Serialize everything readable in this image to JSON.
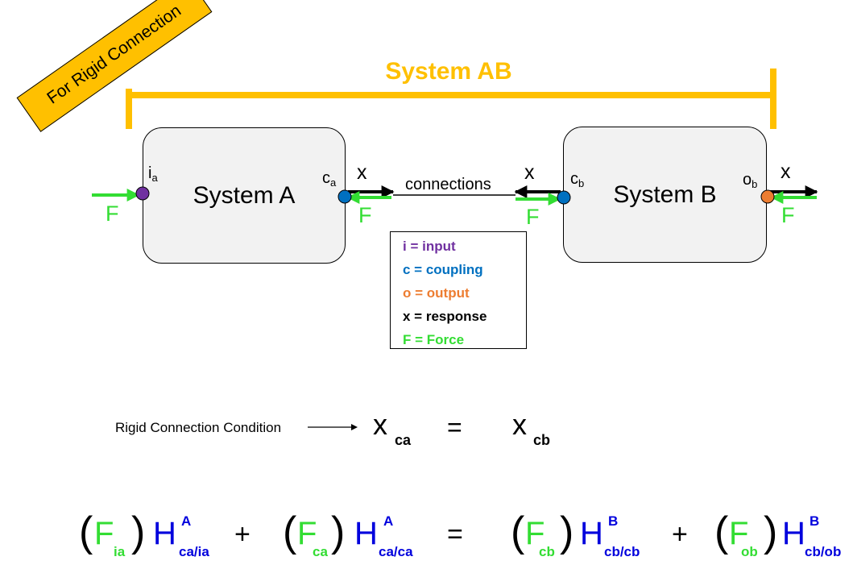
{
  "banner": "For Rigid Connection",
  "system_ab": "System AB",
  "system_a": "System A",
  "system_b": "System B",
  "connections": "connections",
  "ports": {
    "ia": {
      "base": "i",
      "sub": "a"
    },
    "ca": {
      "base": "c",
      "sub": "a"
    },
    "cb": {
      "base": "c",
      "sub": "b"
    },
    "ob": {
      "base": "o",
      "sub": "b"
    }
  },
  "symbols": {
    "response": "x",
    "force": "F"
  },
  "legend": [
    {
      "text": "i = input"
    },
    {
      "text": "c = coupling"
    },
    {
      "text": "o = output"
    },
    {
      "text": "x = response"
    },
    {
      "text": "F = Force"
    }
  ],
  "condition": {
    "label": "Rigid Connection Condition",
    "lhs": {
      "base": "x",
      "sub": "ca"
    },
    "equals": "=",
    "rhs": {
      "base": "x",
      "sub": "cb"
    }
  },
  "equation": {
    "open_paren": "(",
    "close_paren": ")",
    "plus": "+",
    "equals": "=",
    "terms": [
      {
        "f_base": "F",
        "f_sub": "ia",
        "h_base": "H",
        "h_sup": "A",
        "h_sub": "ca/ia"
      },
      {
        "f_base": "F",
        "f_sub": "ca",
        "h_base": "H",
        "h_sup": "A",
        "h_sub": "ca/ca"
      },
      {
        "f_base": "F",
        "f_sub": "cb",
        "h_base": "H",
        "h_sup": "B",
        "h_sub": "cb/cb"
      },
      {
        "f_base": "F",
        "f_sub": "ob",
        "h_base": "H",
        "h_sup": "B",
        "h_sub": "cb/ob"
      }
    ]
  },
  "colors": {
    "banner": "#FFC000",
    "bracket": "#FFC000",
    "box_fill": "#F2F2F2",
    "input": "#7030A0",
    "coupling": "#0070C0",
    "output": "#ED7D31",
    "response": "#000000",
    "force": "#33DD33",
    "frf": "#0000DD"
  }
}
